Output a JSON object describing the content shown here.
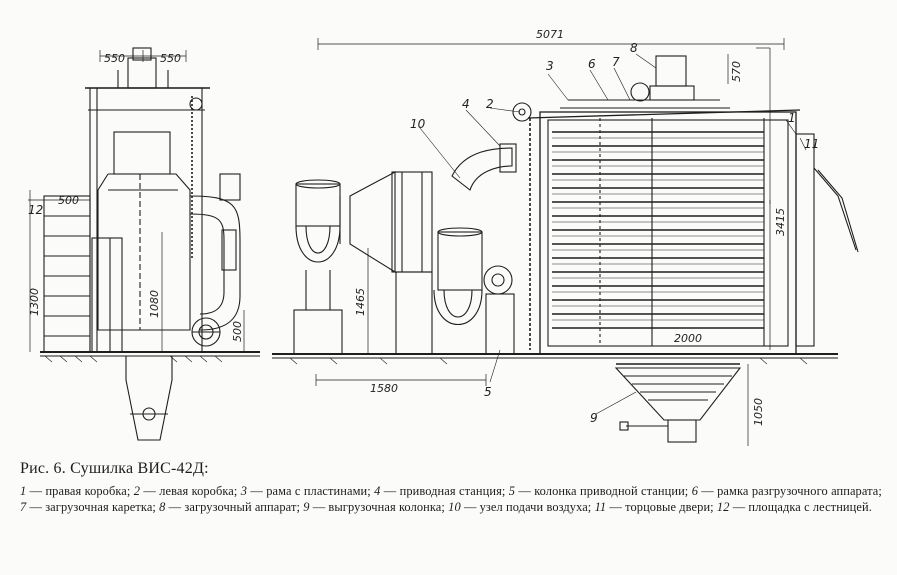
{
  "caption": {
    "title": "Рис. 6. Сушилка ВИС-42Д:",
    "legend": [
      {
        "num": "1",
        "text": "правая коробка;"
      },
      {
        "num": "2",
        "text": "левая коробка;"
      },
      {
        "num": "3",
        "text": "рама с пластинами;"
      },
      {
        "num": "4",
        "text": "приводная станция;"
      },
      {
        "num": "5",
        "text": "колонка приводной станции;"
      },
      {
        "num": "6",
        "text": "рамка разгрузочного аппарата;"
      },
      {
        "num": "7",
        "text": "загрузочная каретка;"
      },
      {
        "num": "8",
        "text": "загрузочный аппарат;"
      },
      {
        "num": "9",
        "text": "выгрузочная колонка;"
      },
      {
        "num": "10",
        "text": "узел подачи воздуха;"
      },
      {
        "num": "11",
        "text": "торцовые двери;"
      },
      {
        "num": "12",
        "text": "площадка с лестницей."
      }
    ]
  },
  "dimensions": {
    "top_left_a": "550",
    "top_left_b": "550",
    "left_500": "500",
    "left_1300": "1300",
    "left_1080": "1080",
    "left_500b": "500",
    "total_length": "5071",
    "top_height": "570",
    "height_3415": "3415",
    "height_1465": "1465",
    "length_1580": "1580",
    "length_2000": "2000",
    "height_1050": "1050"
  },
  "labels": {
    "l1": "1",
    "l2": "2",
    "l3": "3",
    "l4": "4",
    "l5": "5",
    "l6": "6",
    "l7": "7",
    "l8": "8",
    "l9": "9",
    "l10": "10",
    "l11": "11",
    "l12": "12"
  }
}
